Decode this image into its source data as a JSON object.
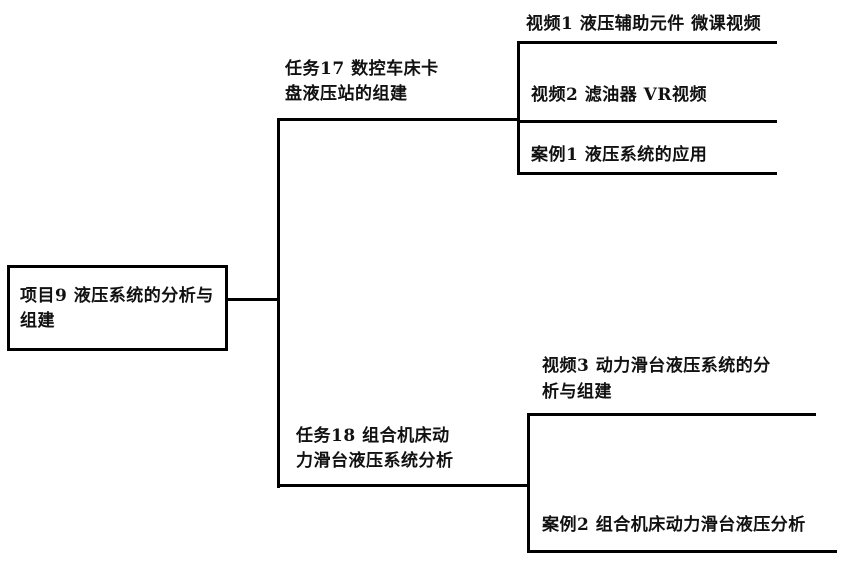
{
  "diagram": {
    "type": "tree",
    "root": {
      "label": "项目9  液压系统的分析与组建"
    },
    "branches": [
      {
        "label_line1": "任务17  数控车床卡",
        "label_line2": "盘液压站的组建",
        "children": [
          {
            "label": "视频1  液压辅助元件  微课视频"
          },
          {
            "label": "视频2  滤油器  VR视频"
          },
          {
            "label": "案例1  液压系统的应用"
          }
        ]
      },
      {
        "label_line1": "任务18  组合机床动",
        "label_line2": "力滑台液压系统分析",
        "children": [
          {
            "label_line1": "视频3  动力滑台液压系统的分",
            "label_line2": "析与组建"
          },
          {
            "label": "案例2  组合机床动力滑台液压分析"
          }
        ]
      }
    ],
    "colors": {
      "line": "#000000",
      "text": "#111111",
      "background": "#ffffff"
    }
  }
}
